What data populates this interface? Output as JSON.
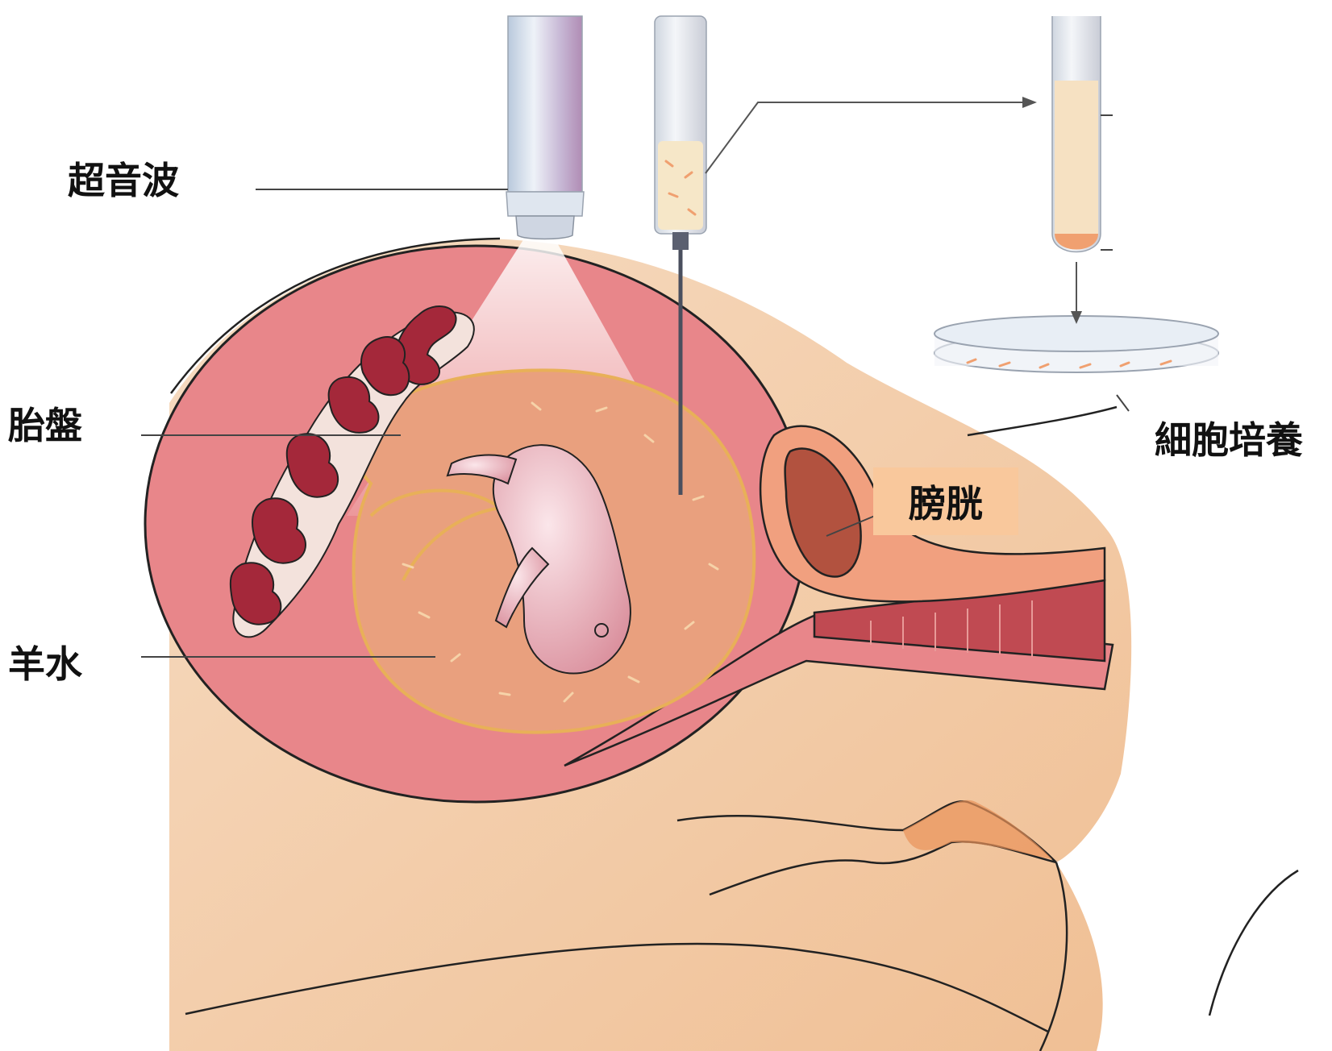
{
  "labels": {
    "ultrasound": "超音波",
    "placenta": "胎盤",
    "amniotic_fluid": "羊水",
    "bladder": "膀胱",
    "cell_culture": "細胞培養"
  },
  "colors": {
    "skin": "#f3c7a2",
    "uterus_wall": "#e8868a",
    "amniotic_sac": "#e9a07e",
    "placenta_dark": "#a4283a",
    "bladder_fill": "#b2523f",
    "label_highlight": "#f9c89c",
    "leader_line": "#444444"
  }
}
